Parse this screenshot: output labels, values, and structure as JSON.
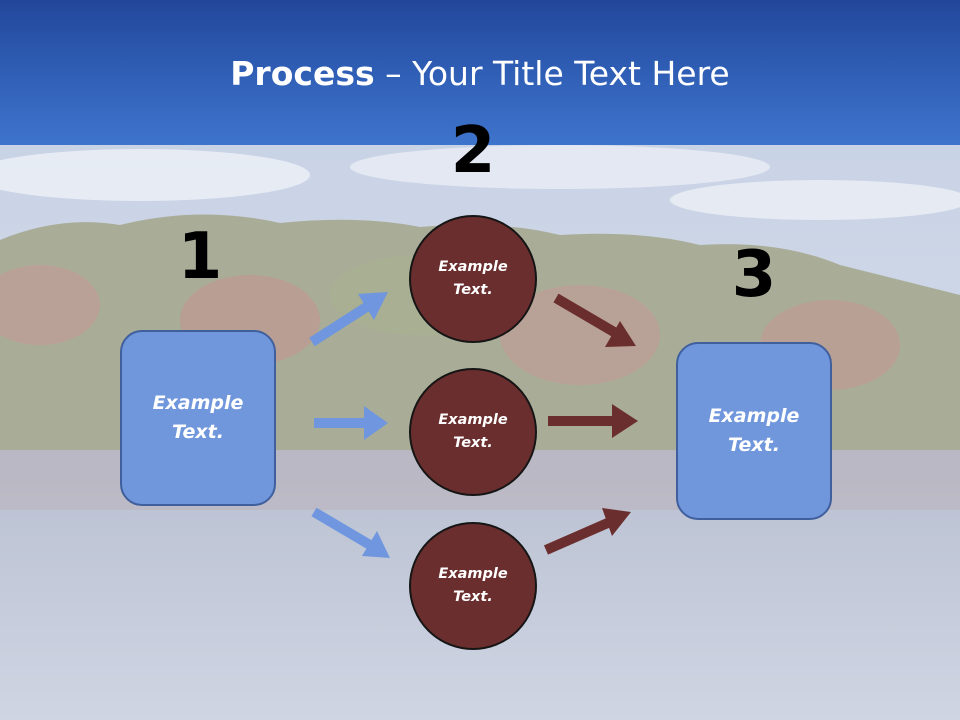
{
  "title": {
    "bold": "Process",
    "rest": " – Your Title Text Here"
  },
  "steps": {
    "one": "1",
    "two": "2",
    "three": "3"
  },
  "left_box": {
    "label": "Example Text."
  },
  "circles": [
    {
      "label": "Example Text."
    },
    {
      "label": "Example Text."
    },
    {
      "label": "Example Text."
    }
  ],
  "right_box": {
    "label": "Example Text."
  },
  "colors": {
    "header": "#2e5cb3",
    "box_fill": "#7096dc",
    "circle_fill": "#6b2e2e",
    "arrow_blue": "#6f96de",
    "arrow_red": "#6b2e2e"
  }
}
